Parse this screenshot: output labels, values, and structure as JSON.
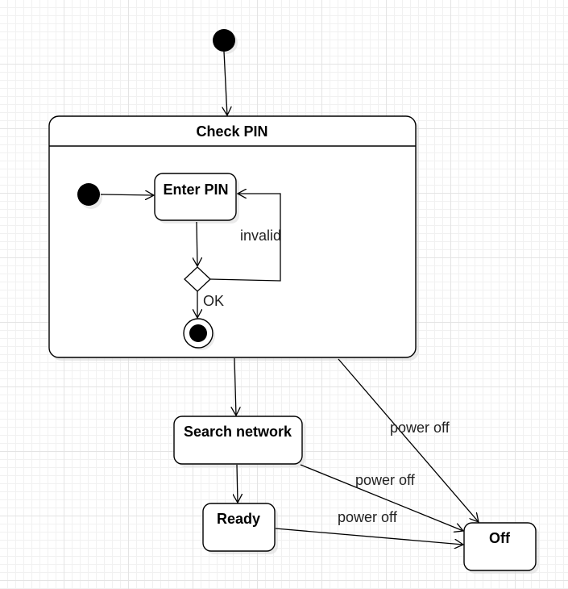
{
  "diagram": {
    "composite_state": {
      "title": "Check PIN"
    },
    "states": {
      "enter_pin": "Enter PIN",
      "search_network": "Search network",
      "ready": "Ready",
      "off": "Off"
    },
    "transitions": {
      "invalid": "invalid",
      "ok": "OK",
      "power_off_check_pin": "power off",
      "power_off_search": "power off",
      "power_off_ready": "power off"
    }
  },
  "colors": {
    "stroke": "#000000",
    "fill": "#ffffff",
    "shadow": "#d9d9d9",
    "grid": "#e4e4e4"
  }
}
